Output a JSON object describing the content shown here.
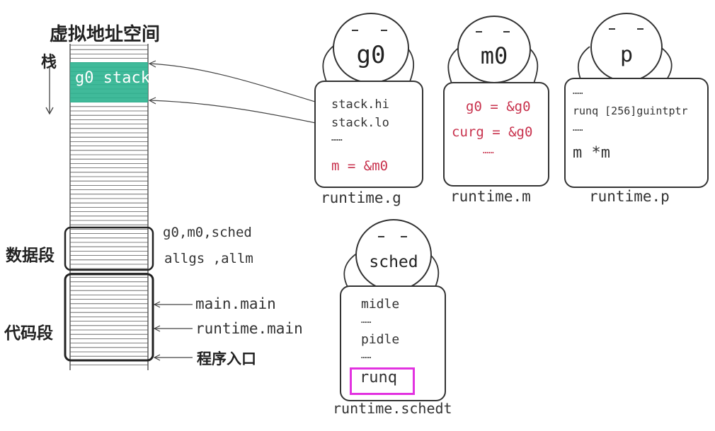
{
  "memory": {
    "title": "虚拟地址空间",
    "stack_label": "栈",
    "data_label": "数据段",
    "code_label": "代码段",
    "g0_stack": "g0 stack",
    "data_items": [
      "g0,m0,sched",
      "allgs ,allm"
    ],
    "code_items": [
      "main.main",
      "runtime.main",
      "程序入口"
    ]
  },
  "structs": {
    "g": {
      "avatar": "g0",
      "fields": [
        "stack.hi",
        "stack.lo",
        "……",
        "m = &m0"
      ],
      "caption": "runtime.g"
    },
    "m": {
      "avatar": "m0",
      "fields": [
        "g0 = &g0",
        "curg = &g0",
        "……"
      ],
      "caption": "runtime.m"
    },
    "p": {
      "avatar": "p",
      "fields": [
        "……",
        "runq [256]guintptr",
        "……",
        "m *m"
      ],
      "caption": "runtime.p"
    },
    "sched": {
      "avatar": "sched",
      "fields": [
        "midle",
        "……",
        "pidle",
        "……",
        "runq"
      ],
      "caption": "runtime.schedt"
    }
  },
  "colors": {
    "stack_fill": "#2bb38f",
    "red_text": "#c8324d",
    "highlight": "#e232e0"
  }
}
